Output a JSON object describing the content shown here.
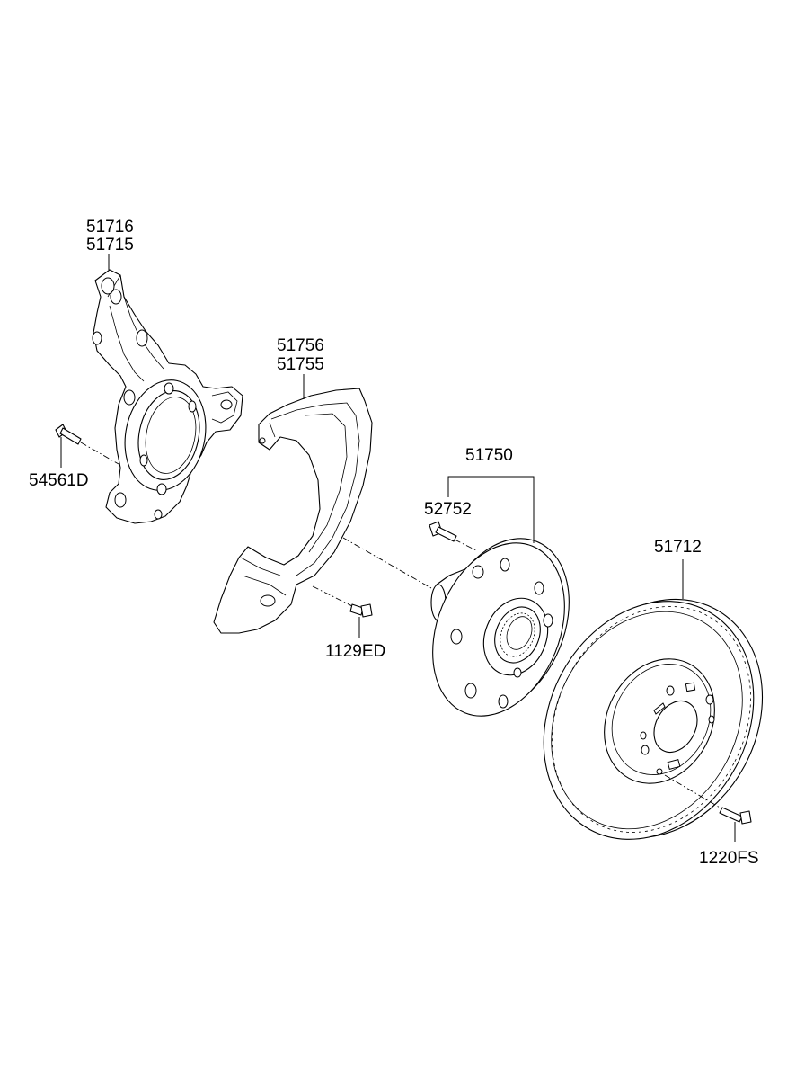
{
  "parts": {
    "knuckle": {
      "numbers": [
        "51716",
        "51715"
      ]
    },
    "knuckle_bolt": {
      "number": "54561D"
    },
    "dust_cover": {
      "numbers": [
        "51756",
        "51755"
      ]
    },
    "dust_cover_screw": {
      "number": "1129ED"
    },
    "hub": {
      "number": "51750"
    },
    "hub_bolt": {
      "number": "52752"
    },
    "disc": {
      "number": "51712"
    },
    "disc_screw": {
      "number": "1220FS"
    }
  },
  "colors": {
    "line": "#000000",
    "background": "#ffffff"
  }
}
